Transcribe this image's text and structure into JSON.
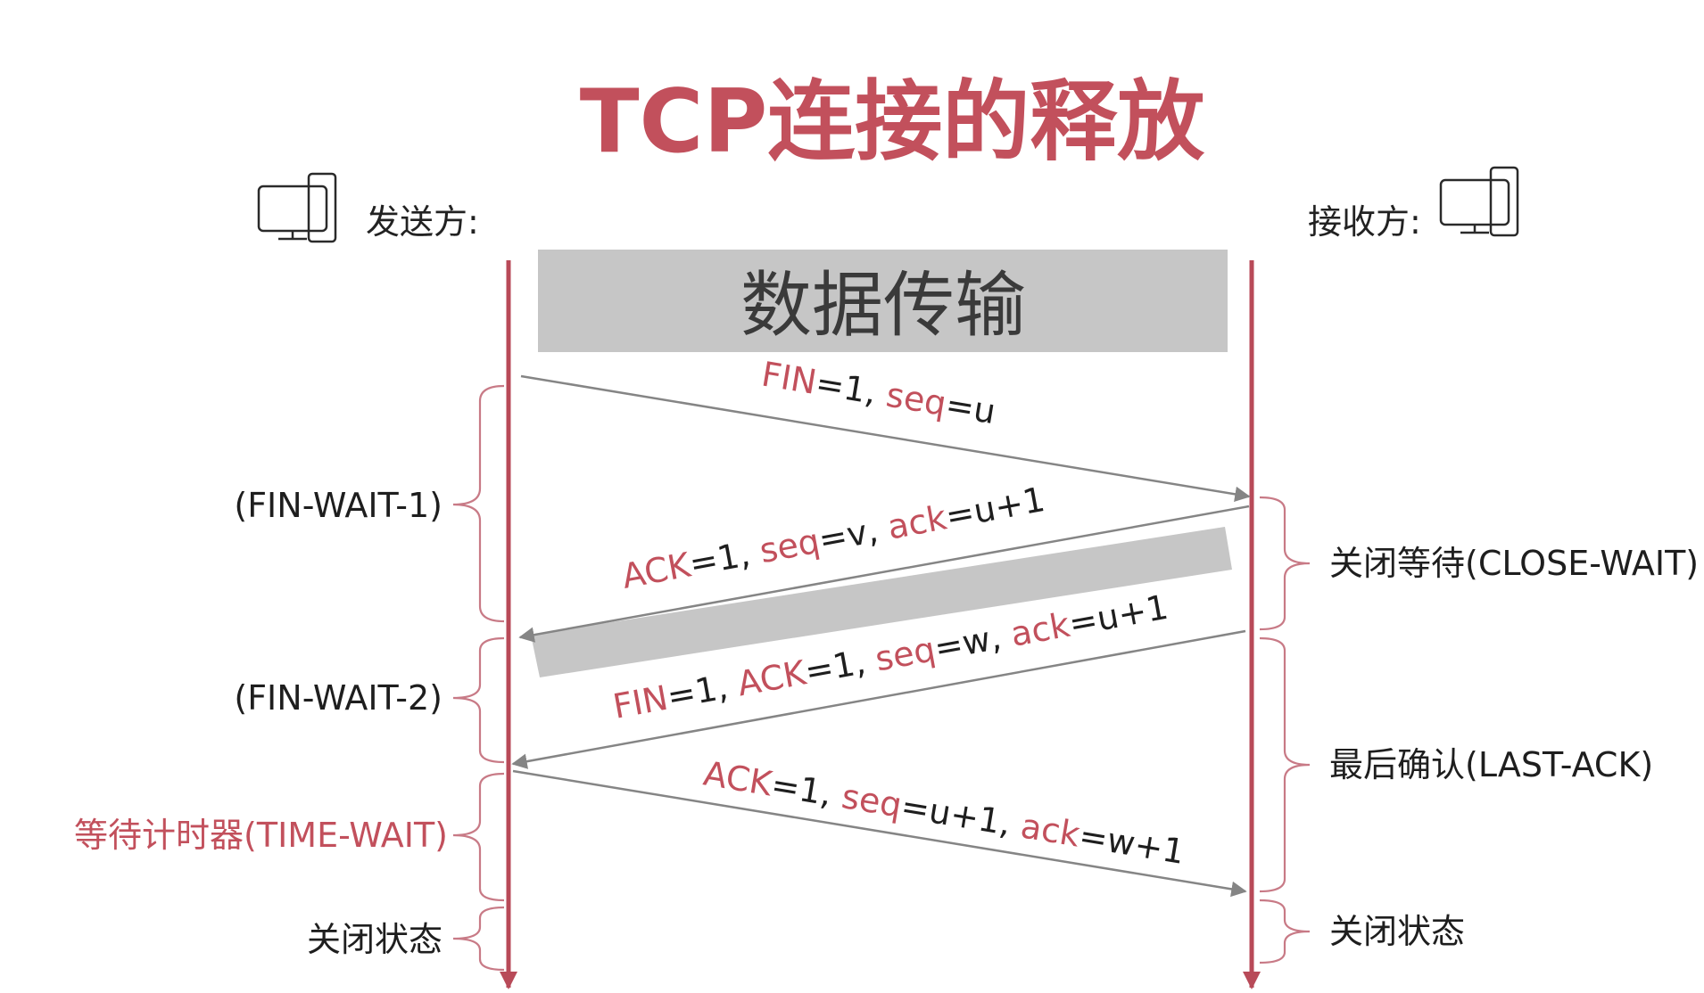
{
  "title": "TCP连接的释放",
  "sender": {
    "label": "发送方:",
    "icon": "computer-icon"
  },
  "receiver": {
    "label": "接收方:",
    "icon": "computer-icon"
  },
  "data_transfer_label": "数据传输",
  "messages": [
    {
      "parts": [
        {
          "t": "FIN",
          "hl": true
        },
        {
          "t": "=1, ",
          "hl": false
        },
        {
          "t": "seq",
          "hl": true
        },
        {
          "t": "=u",
          "hl": false
        }
      ]
    },
    {
      "parts": [
        {
          "t": "ACK",
          "hl": true
        },
        {
          "t": "=1, ",
          "hl": false
        },
        {
          "t": "seq",
          "hl": true
        },
        {
          "t": "=v, ",
          "hl": false
        },
        {
          "t": "ack",
          "hl": true
        },
        {
          "t": "=u+1",
          "hl": false
        }
      ]
    },
    {
      "parts": [
        {
          "t": "FIN",
          "hl": true
        },
        {
          "t": "=1, ",
          "hl": false
        },
        {
          "t": "ACK",
          "hl": true
        },
        {
          "t": "=1, ",
          "hl": false
        },
        {
          "t": "seq",
          "hl": true
        },
        {
          "t": "=w, ",
          "hl": false
        },
        {
          "t": "ack",
          "hl": true
        },
        {
          "t": "=u+1",
          "hl": false
        }
      ]
    },
    {
      "parts": [
        {
          "t": "ACK",
          "hl": true
        },
        {
          "t": "=1, ",
          "hl": false
        },
        {
          "t": "seq",
          "hl": true
        },
        {
          "t": "=u+1, ",
          "hl": false
        },
        {
          "t": "ack",
          "hl": true
        },
        {
          "t": "=w+1",
          "hl": false
        }
      ]
    }
  ],
  "sender_states": [
    {
      "label": "(FIN-WAIT-1)",
      "accent": false
    },
    {
      "label": "(FIN-WAIT-2)",
      "accent": false
    },
    {
      "label": "等待计时器(TIME-WAIT)",
      "accent": true
    },
    {
      "label": "关闭状态",
      "accent": false
    }
  ],
  "receiver_states": [
    {
      "label": "关闭等待(CLOSE-WAIT)",
      "accent": false
    },
    {
      "label": "最后确认(LAST-ACK)",
      "accent": false
    },
    {
      "label": "关闭状态",
      "accent": false
    }
  ],
  "colors": {
    "accent": "#c2505c",
    "timeline": "#b84a58",
    "arrow": "#858585",
    "box": "#c6c6c6"
  }
}
